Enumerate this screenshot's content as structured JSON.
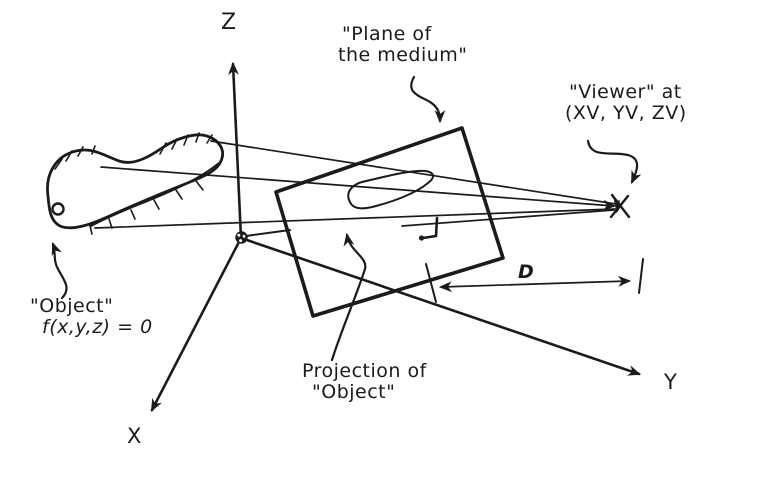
{
  "labels": {
    "z_axis": "Z",
    "x_axis": "X",
    "y_axis": "Y",
    "distance": "D",
    "plane_line1": "\"Plane of",
    "plane_line2": "the medium\"",
    "viewer_line1": "\"Viewer\" at",
    "viewer_line2": "(XV, YV, ZV)",
    "object_line1": "\"Object\"",
    "object_line2": "f(x,y,z) = 0",
    "projection_line1": "Projection of",
    "projection_line2": "\"Object\""
  },
  "colors": {
    "ink": "#1b1b1b",
    "paper": "#ffffff"
  }
}
